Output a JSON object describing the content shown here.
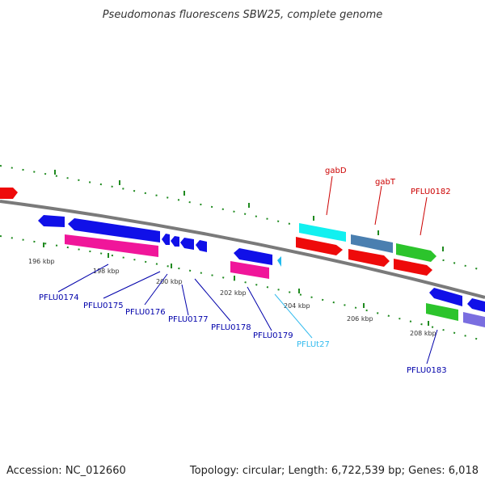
{
  "title": "Pseudomonas fluorescens SBW25, complete genome",
  "footer": {
    "accession": "Accession: NC_012660",
    "topology": "Topology: circular; Length: 6,722,539 bp; Genes: 6,018"
  },
  "colors": {
    "blue": "#1010e8",
    "pink": "#f0169a",
    "red": "#ee0a0a",
    "cyan": "#12f0f0",
    "steel": "#4a7fb0",
    "green": "#2cc42c",
    "purple": "#7a6ee0",
    "label_blue": "#0000aa",
    "label_red": "#cc0000",
    "label_cyan": "#33bbee",
    "tick_green": "#1f8a1f",
    "backbone": "#7a7a7a"
  },
  "ticks": [
    "196 kbp",
    "198 kbp",
    "200 kbp",
    "202 kbp",
    "204 kbp",
    "206 kbp",
    "208 kbp"
  ],
  "labels": {
    "gabD": "gabD",
    "gabT": "gabT",
    "PFLU0182": "PFLU0182",
    "PFLU0174": "PFLU0174",
    "PFLU0175": "PFLU0175",
    "PFLU0176": "PFLU0176",
    "PFLU0177": "PFLU0177",
    "PFLU0178": "PFLU0178",
    "PFLU0179": "PFLU0179",
    "PFLUt27": "PFLUt27",
    "PFLU0183": "PFLU0183"
  }
}
